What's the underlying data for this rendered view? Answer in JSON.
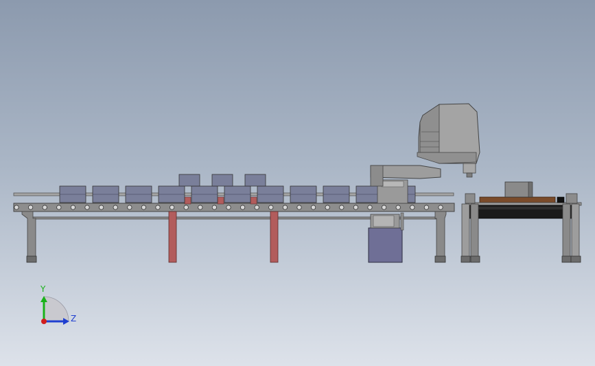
{
  "viewport": {
    "background_top": "#8c9aae",
    "background_bottom": "#dde2ea"
  },
  "conveyor": {
    "frame_color": "#8d8d8d",
    "roller_color": "#d8d8d8",
    "leg_color": "#8a8a8a",
    "support_color": "#b25c5c",
    "box_color": "#7a7f9a",
    "box_count": 11,
    "stacked_box_count": 3
  },
  "robot": {
    "body_color": "#9a9a9a",
    "base_color": "#6f6f96"
  },
  "table": {
    "top_color": "#7a4b2a",
    "rail_color": "#1a1a1a",
    "frame_color": "#9a9a9a"
  },
  "triad": {
    "y_label": "Y",
    "z_label": "Z",
    "y_color": "#19b219",
    "z_color": "#1f3fd0",
    "origin_color": "#d11d1d"
  }
}
